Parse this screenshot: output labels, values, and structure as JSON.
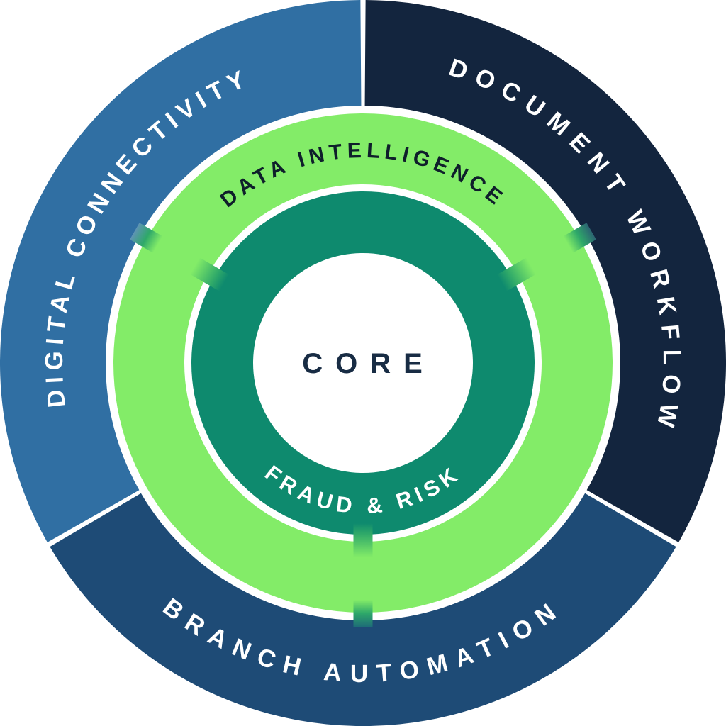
{
  "rings": {
    "center_label": "CORE",
    "inner": {
      "label": "FRAUD & RISK"
    },
    "middle": {
      "label": "DATA INTELLIGENCE"
    },
    "outer_segments": [
      {
        "id": "digital-connectivity",
        "label": "DIGITAL CONNECTIVITY"
      },
      {
        "id": "document-workflow",
        "label": "DOCUMENT WORKFLOW"
      },
      {
        "id": "branch-automation",
        "label": "BRANCH AUTOMATION"
      }
    ]
  },
  "colors": {
    "digital_blue": "#306fa3",
    "document_navy": "#13253e",
    "branch_blue": "#1e4b76",
    "light_green": "#83ec68",
    "teal": "#0e8a6e",
    "connector_green": "#2ea869",
    "connector_to_digital": "#5f93b5",
    "connector_to_document": "#2c6472",
    "connector_to_branch": "#1e6d77",
    "core_text": "#182c44",
    "data_text": "#0f1f2b",
    "white": "#ffffff"
  }
}
